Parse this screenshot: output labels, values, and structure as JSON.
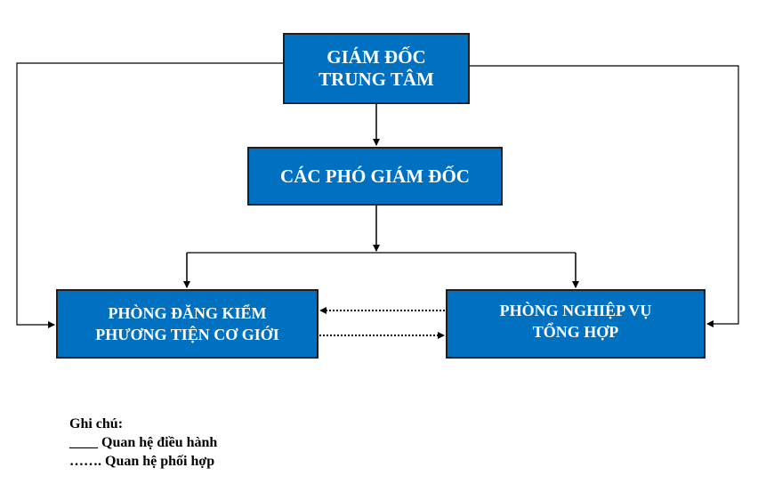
{
  "diagram": {
    "type": "organizational-chart",
    "box_color": "#0070c0",
    "nodes": {
      "director": {
        "lines": [
          "GIÁM ĐỐC",
          "TRUNG TÂM"
        ]
      },
      "deputies": {
        "lines": [
          "CÁC PHÓ GIÁM ĐỐC"
        ]
      },
      "inspection_dept": {
        "lines": [
          "PHÒNG ĐĂNG KIỂM",
          "PHƯƠNG TIỆN CƠ GIỚI"
        ]
      },
      "general_dept": {
        "lines": [
          "PHÒNG NGHIỆP VỤ",
          "TỔNG HỢP"
        ]
      }
    },
    "edges": [
      {
        "from": "director",
        "to": "deputies",
        "style": "solid"
      },
      {
        "from": "deputies",
        "to": "inspection_dept",
        "style": "solid"
      },
      {
        "from": "deputies",
        "to": "general_dept",
        "style": "solid"
      },
      {
        "from": "director",
        "to": "inspection_dept",
        "style": "solid"
      },
      {
        "from": "director",
        "to": "general_dept",
        "style": "solid"
      },
      {
        "from": "general_dept",
        "to": "inspection_dept",
        "style": "dotted"
      },
      {
        "from": "inspection_dept",
        "to": "general_dept",
        "style": "dotted"
      }
    ]
  },
  "legend": {
    "title": "Ghi chú:",
    "items": [
      {
        "symbol": "____",
        "label": "Quan hệ điều hành"
      },
      {
        "symbol": "…….",
        "label": "Quan hệ phối hợp"
      }
    ]
  }
}
